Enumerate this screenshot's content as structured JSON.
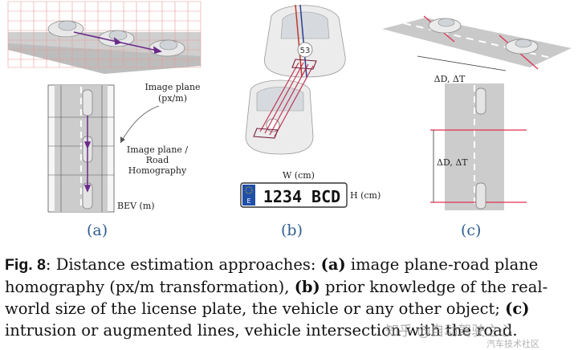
{
  "figure": {
    "panel_a": {
      "label_image_plane": "Image plane",
      "label_units": "(px/m)",
      "label_homography_1": "Image plane /",
      "label_homography_2": "Road",
      "label_homography_3": "Homography",
      "label_bev": "BEV (m)",
      "sublabel": "(a)"
    },
    "panel_b": {
      "car_number": "53",
      "label_width": "W (cm)",
      "label_height": "H (cm)",
      "plate_country": "E",
      "plate_text": "1234 BCD",
      "sublabel": "(b)"
    },
    "panel_c": {
      "label_top": "ΔD, ΔT",
      "label_side": "ΔD, ΔT",
      "sublabel": "(c)"
    }
  },
  "caption": {
    "fig": "Fig. 8",
    "lead": ": Distance estimation approaches: ",
    "a": "(a)",
    "text_a": " image plane-road plane homography (px/m transformation), ",
    "b": "(b)",
    "text_b": " prior knowledge of the real-world size of the license plate, the vehicle or any other object; ",
    "c": "(c)",
    "text_c": " intrusion or augmented lines, vehicle intersection with the road."
  },
  "watermark": {
    "main": "知乎 @自动驾驶之心",
    "sub": "汽车技术社区"
  },
  "colors": {
    "road": "#c9c9c9",
    "grid": "#e06a6a",
    "arrow": "#6a2a8a",
    "sublabel": "#2f5f8f",
    "plate_blue": "#1f4fa8"
  }
}
